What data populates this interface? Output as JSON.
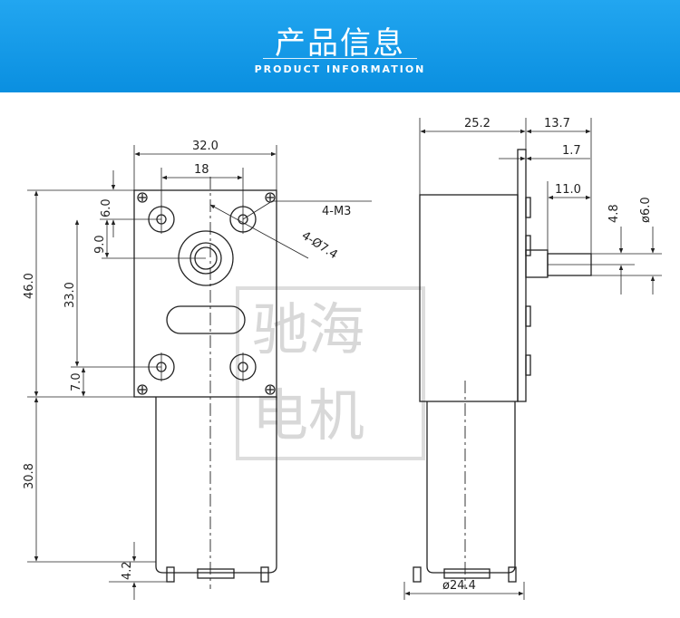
{
  "header": {
    "title": "产品信息",
    "subtitle": "PRODUCT INFORMATION",
    "background_color": "#0a8fe0"
  },
  "watermark": {
    "line1": "驰海",
    "line2": "电机"
  },
  "front_view": {
    "width_total": "32.0",
    "hole_spacing_x": "18",
    "height_total": "46.0",
    "hole_spacing_y": "33.0",
    "top_offset": "6.0",
    "shaft_offset": "9.0",
    "bottom_offset": "7.0",
    "motor_length": "30.8",
    "terminal_length": "4.2",
    "thread_label": "4-M3",
    "hole_label": "4-Ø7.4"
  },
  "side_view": {
    "gearbox_depth": "25.2",
    "shaft_total": "13.7",
    "shaft_step": "1.7",
    "shaft_flat": "11.0",
    "flat_height": "4.8",
    "shaft_diameter": "ø6.0",
    "motor_diameter": "ø24.4"
  }
}
